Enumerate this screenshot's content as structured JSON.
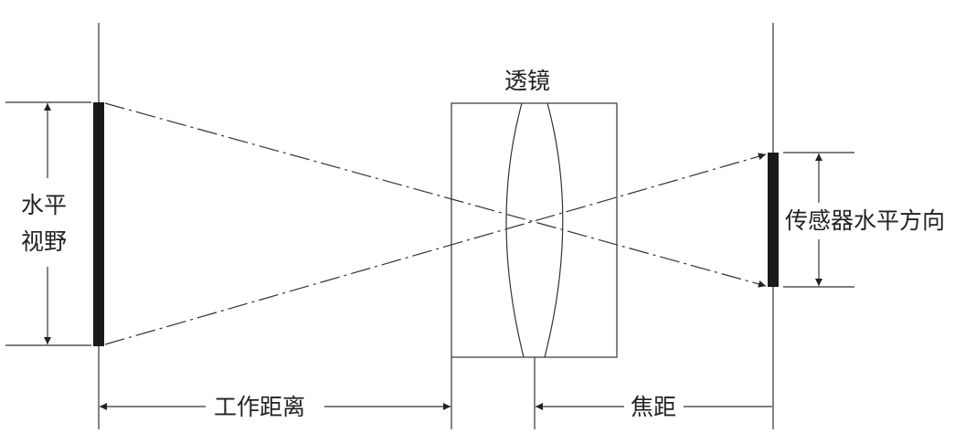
{
  "labels": {
    "lens": "透镜",
    "horizontal_fov_line1": "水平",
    "horizontal_fov_line2": "视野",
    "sensor_horizontal": "传感器水平方向",
    "working_distance": "工作距离",
    "focal_length": "焦距"
  },
  "colors": {
    "line": "#333333",
    "bar": "#1a1a1a"
  }
}
